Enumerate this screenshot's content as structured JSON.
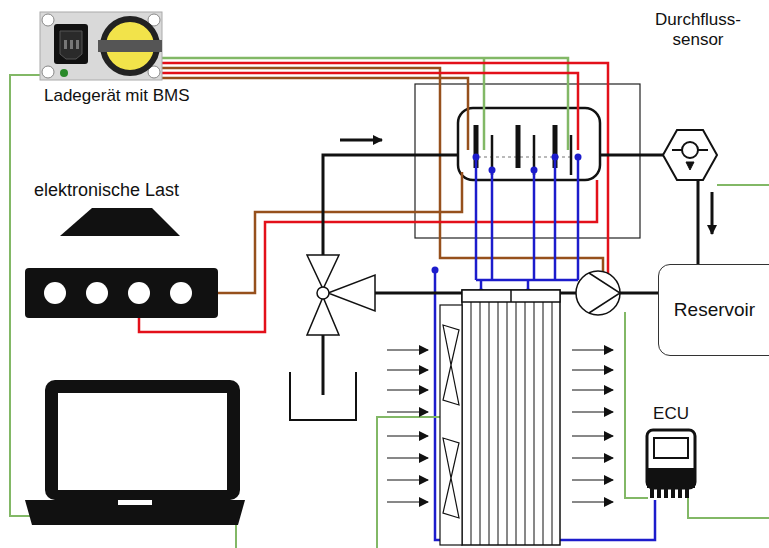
{
  "diagram": {
    "nodes": [
      {
        "text": [
          "Ladegerät mit BMS"
        ]
      },
      {
        "text": [
          "Durchfluss- sensor"
        ]
      },
      {
        "text": [
          "elektronische Last"
        ]
      },
      {
        "text": [
          "Reservoir"
        ]
      },
      {
        "text": [
          "ECU"
        ]
      }
    ],
    "edges": [
      {
        "from": 1,
        "to": 3,
        "arrow": "none"
      }
    ]
  }
}
